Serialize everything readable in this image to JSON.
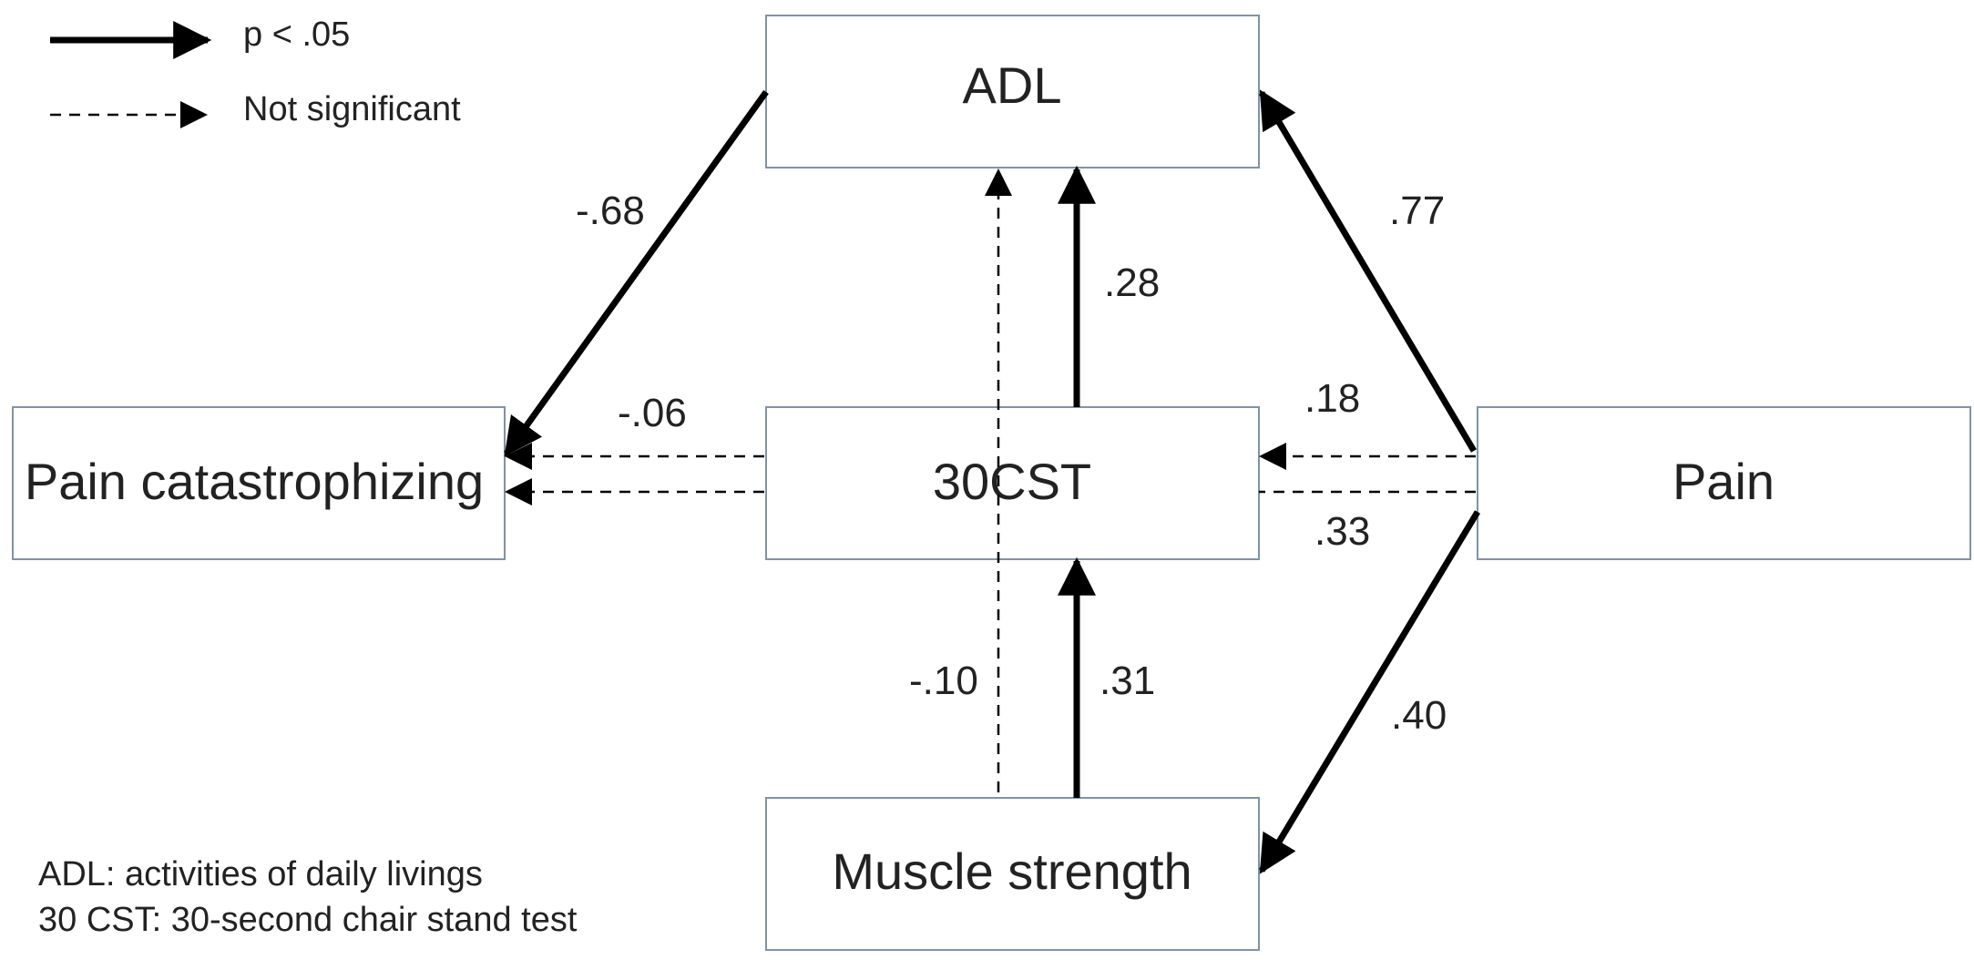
{
  "legend": {
    "significant": "p < .05",
    "not_significant": "Not significant"
  },
  "nodes": {
    "adl": "ADL",
    "pain_catastrophizing": "Pain catastrophizing",
    "cst30": "30CST",
    "pain": "Pain",
    "muscle_strength": "Muscle strength"
  },
  "paths": {
    "adl_to_pain_catastrophizing": "-.68",
    "cst_to_adl": ".28",
    "pain_to_adl": ".77",
    "cst_to_pain_catastrophizing": "-.06",
    "pain_to_cst": ".18",
    "pain_to_pain_catastrophizing": ".33",
    "muscle_to_cst": ".31",
    "muscle_to_adl": "-.10",
    "pain_to_muscle_strength": ".40"
  },
  "notes": {
    "adl_definition": "ADL: activities of daily livings",
    "cst_definition": "30 CST: 30-second chair stand test"
  }
}
